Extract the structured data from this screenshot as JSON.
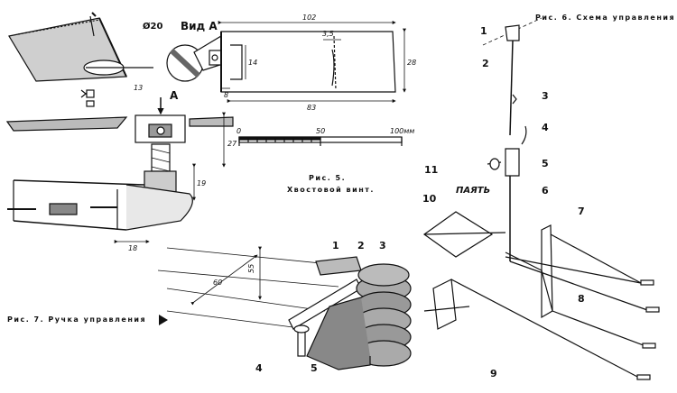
{
  "fig5": {
    "caption_line1": "Рис. 5.",
    "caption_line2": "Хвостовой винт.",
    "view_label": "Вид А",
    "diameter": "Ø20",
    "arrow_label": "А",
    "dims": {
      "blade_length": "102",
      "hub_offset": "3,5",
      "blade_width": "28",
      "inner_width": "14",
      "root": "8",
      "span": "83",
      "pin": "13",
      "height_27": "27",
      "height_19": "19",
      "base_18": "18"
    },
    "scale": {
      "s0": "0",
      "s50": "50",
      "s100": "100мм"
    }
  },
  "fig6": {
    "caption_line1": "Рис. 6. Схема управления",
    "caption_line2": "",
    "solder_label": "ПАЯТЬ",
    "callouts": [
      "1",
      "2",
      "3",
      "4",
      "5",
      "6",
      "7",
      "8",
      "9",
      "10",
      "11"
    ]
  },
  "fig7": {
    "caption": "Рис. 7. Ручка управления",
    "dims": {
      "d55": "55",
      "d60": "60"
    },
    "callouts": [
      "1",
      "2",
      "3",
      "4",
      "5"
    ]
  }
}
